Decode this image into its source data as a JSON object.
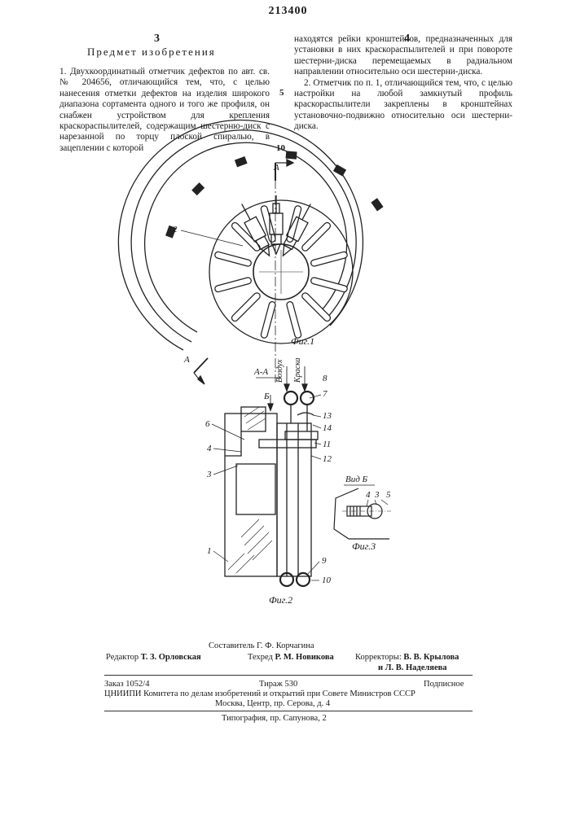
{
  "patent_number": "213400",
  "page_left": "3",
  "page_right": "4",
  "heading": "Предмет изобретения",
  "col_left": "1. Двухкоординатный отметчик дефектов по авт. св. № 204656, отличающийся тем, что, с целью нанесения отметки дефектов на изделия широкого диапазона сортамента одного и того же профиля, он снабжен устройством для крепления краскораспылителей, содержащим шестерню-диск с нарезанной по торцу плоской спиралью, в зацеплении с которой",
  "col_right_p1": "находятся рейки кронштейнов, предназначенных для установки в них краскораспылителей и при повороте шестерни-диска перемещаемых в радиальном направлении относительно оси шестерни-диска.",
  "col_right_p2": "2. Отметчик по п. 1, отличающийся тем, что, с целью настройки на любой замкнутый профиль краскораспылители закреплены в кронштейнах установочно-подвижно относительно оси шестерни-диска.",
  "line_numbers": [
    "5",
    "10"
  ],
  "figures": {
    "fig1_label": "Фиг.1",
    "fig2_label": "Фиг.2",
    "fig3_label": "Фиг.3",
    "section_a_top": "А",
    "section_a_bottom": "А",
    "section_title": "А-А",
    "view_b_arrow": "Б",
    "view_b_title": "Вид Б",
    "air_label": "Воздух",
    "paint_label": "Краска",
    "callouts_fig1": [
      "2"
    ],
    "callouts_fig2": [
      "8",
      "7",
      "13",
      "14",
      "11",
      "12",
      "6",
      "4",
      "3",
      "1",
      "9",
      "10"
    ],
    "callouts_fig3": [
      "4",
      "3",
      "5"
    ]
  },
  "footer": {
    "compiler": "Составитель Г. Ф. Корчагина",
    "editor_label": "Редактор",
    "editor": "Т. З. Орловская",
    "techred_label": "Техред",
    "techred": "Р. М. Новикова",
    "correctors_label": "Корректоры:",
    "corrector1": "В. В. Крылова",
    "corrector2": "и Л. В. Наделяева",
    "order": "Заказ 1052/4",
    "circulation": "Тираж 530",
    "subscription": "Подписное",
    "org_line1": "ЦНИИПИ Комитета по делам изобретений и открытий при Совете Министров СССР",
    "org_line2": "Москва, Центр, пр. Серова, д. 4",
    "printer": "Типография, пр. Сапунова, 2"
  }
}
